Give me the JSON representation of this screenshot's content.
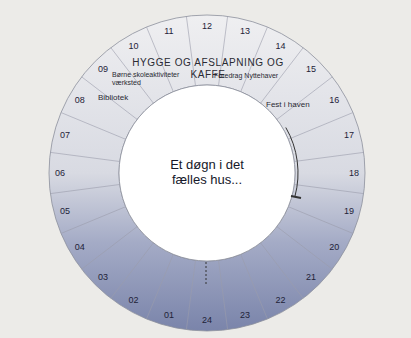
{
  "diagram": {
    "title": "Et døgn i det fælles hus...",
    "labels": [
      "HYGGE OG AFSLAPNING OG KAFFE",
      "Bibliotek",
      "Børne skoleaktiviteter værksted",
      "Foredrag Nyttehaver",
      "Fest i haven",
      "12",
      "13",
      "14",
      "15",
      "16",
      "17",
      "18",
      "19",
      "20",
      "21",
      "22",
      "23",
      "24",
      "01",
      "02",
      "03",
      "04",
      "05",
      "06",
      "07",
      "08",
      "09",
      "10",
      "11"
    ]
  }
}
